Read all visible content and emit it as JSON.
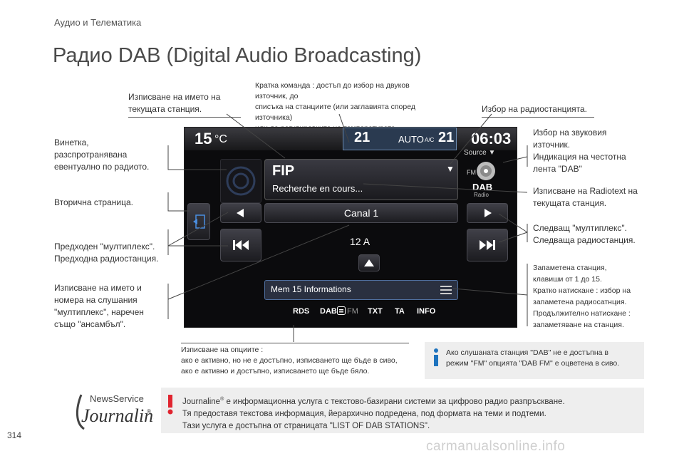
{
  "section_header": "Аудио и Телематика",
  "page_title": "Радио DAB (Digital Audio Broadcasting)",
  "annotations": {
    "current_station_name": "Изписване на името на\nтекущата станция.",
    "shortcut": "Кратка команда : достъп до избор на двуков източник, до\nсписъка на станциите (или заглавията според източника)\nили до регулировките на температурата.",
    "station_select": "Избор на радиостанцията.",
    "vignette": "Винетка,\nразспротранявана\nевентуално по радиото.",
    "secondary_page": "Вторична страница.",
    "prev_multiplex": "Предходен \"мултиплекс\".\nПредходна радиостанция.",
    "multiplex_name": "Изписване на името и\nномера на слушания\n\"мултиплекс\", наречен\nсъщо \"ансамбъл\".",
    "audio_source": "Избор на звуковия\nизточник.\nИндикация на честотна\nлента \"DAB\"",
    "radiotext": "Изписване на Radiotext на\nтекущата станция.",
    "next_multiplex": "Следващ \"мултиплекс\".\nСледваща радиостанция.",
    "memorized": "Запаметена станция,\nклавиши от 1 до 15.\nКратко натискане : избор на\nзапаметена радиосатнция.\nПродължително натискане :\nзапаметяване на станция.",
    "options": "Изписване на опциите :\nако е активно, но не е достъпно, изписването ще бъде в сиво,\nако е активно и достъпно, изписването ще бъде бяло."
  },
  "screen": {
    "temp_left": "15",
    "temp_unit": "°C",
    "fan": "21",
    "auto_ac": "AUTO",
    "ac_label": "A/C",
    "temp_right": "21",
    "clock": "06:03",
    "source_label": "Source ▼",
    "station_name": "FIP",
    "radiotext": "Recherche en cours...",
    "multiplex_name": "Canal 1",
    "multiplex_number": "12 A",
    "memory_label": "Mem 15 Informations",
    "dab_button": "DAB",
    "fm_small": "FM",
    "radio_small": "Radio",
    "tabs": [
      "RDS",
      "DAB",
      "TXT",
      "TA",
      "INFO"
    ],
    "dab_fm_tab_suffix": "FM"
  },
  "info_notice": "Ако слушаната станция \"DAB\" не е достъпна в\nрежим \"FM\" опцията \"DAB FM\" е оцветена в сиво.",
  "journaline_logo": "NewsService Journaline®",
  "journaline_text_lead": "Journaline",
  "journaline_text_rest": " е информационна услуга с текстово-базирани системи за цифрово радио разпръскване.\nТя предоставя текстова информация, йерархично подредена, под формата на теми и подтеми.\nТази услуга е достъпна от страницата \"LIST OF DAB STATIONS\".",
  "page_number": "314",
  "watermark": "carmanualsonline.info",
  "colors": {
    "info_icon": "#1e73be",
    "warning_icon": "#e0242f",
    "notice_bg": "#eeeeee",
    "screen_bg": "#0b0b0d"
  }
}
